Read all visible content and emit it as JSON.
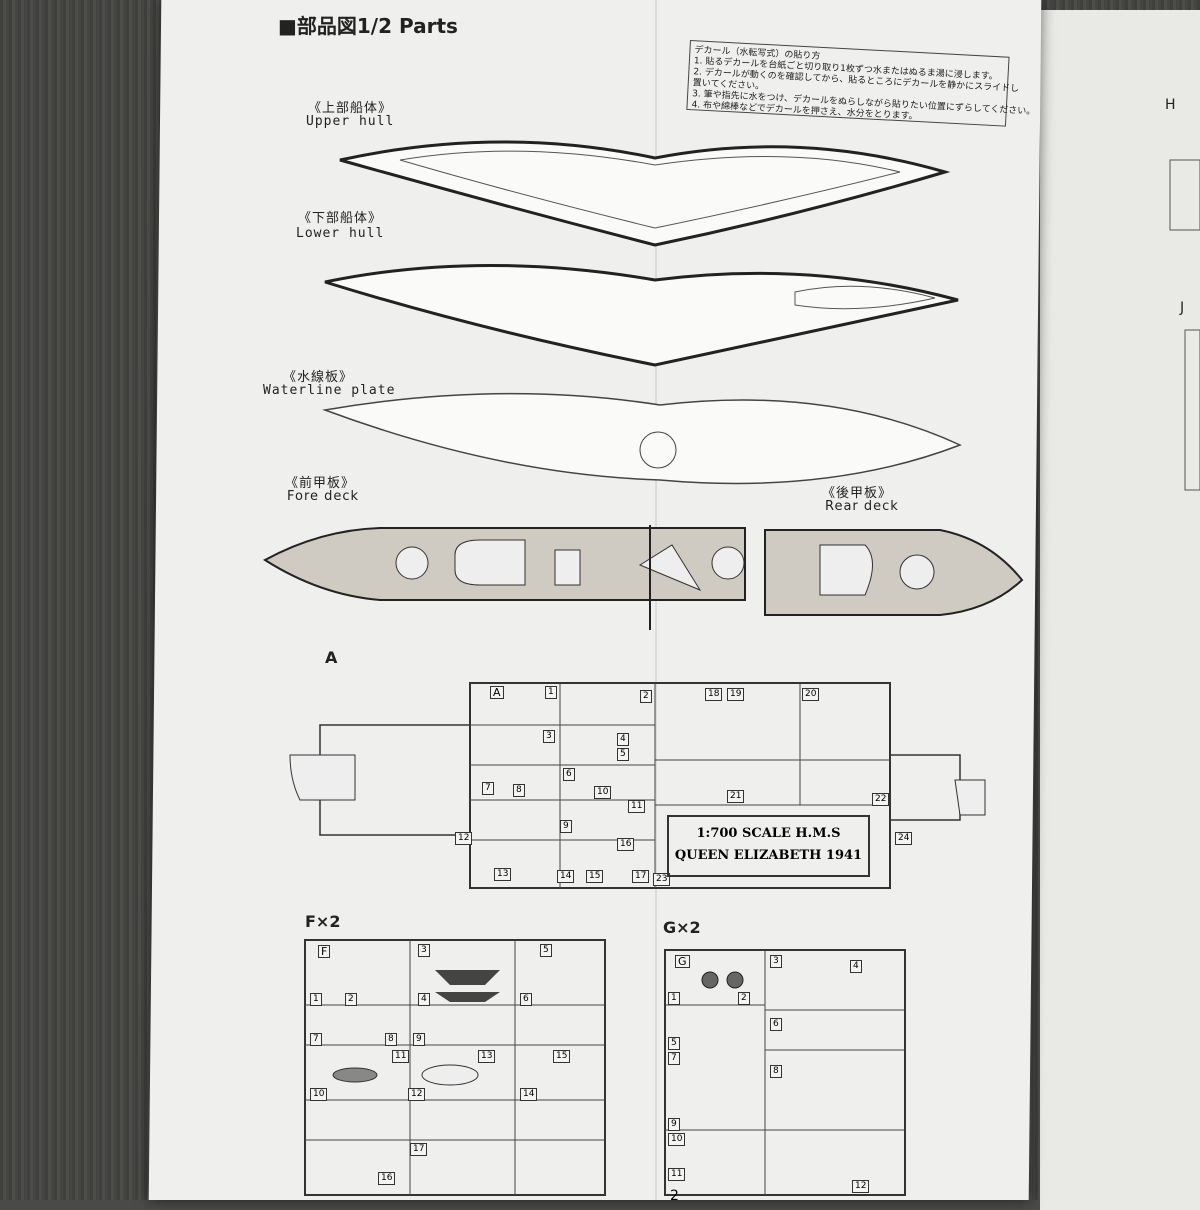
{
  "title": "■部品図1/2  Parts",
  "decal_note": {
    "heading": "デカール（水転写式）の貼り方",
    "lines": [
      "1. 貼るデカールを台紙ごと切り取り1枚ずつ水またはぬるま湯に浸します。",
      "2. デカールが動くのを確認してから、貼るところにデカールを静かにスライドし",
      "置いてください。",
      "3. 筆や指先に水をつけ、デカールをぬらしながら貼りたい位置にずらしてください。",
      "4. 布や綿棒などでデカールを押さえ、水分をとります。"
    ]
  },
  "parts": {
    "upper_hull": {
      "jp": "《上部船体》",
      "en": "Upper hull"
    },
    "lower_hull": {
      "jp": "《下部船体》",
      "en": "Lower hull"
    },
    "waterline": {
      "jp": "《水線板》",
      "en": "Waterline plate"
    },
    "fore_deck": {
      "jp": "《前甲板》",
      "en": "Fore deck"
    },
    "rear_deck": {
      "jp": "《後甲板》",
      "en": "Rear deck"
    }
  },
  "sprues": {
    "a": {
      "label": "A",
      "tag": "A",
      "numbers": [
        "1",
        "2",
        "3",
        "4",
        "5",
        "6",
        "7",
        "8",
        "9",
        "10",
        "11",
        "12",
        "13",
        "14",
        "15",
        "16",
        "17",
        "18",
        "19",
        "20",
        "21",
        "22",
        "23",
        "24"
      ]
    },
    "f": {
      "label": "F×2",
      "tag": "F",
      "numbers": [
        "1",
        "2",
        "3",
        "4",
        "5",
        "6",
        "7",
        "8",
        "9",
        "10",
        "11",
        "12",
        "13",
        "14",
        "15",
        "16",
        "17"
      ]
    },
    "g": {
      "label": "G×2",
      "tag": "G",
      "numbers": [
        "1",
        "2",
        "3",
        "4",
        "5",
        "6",
        "7",
        "8",
        "9",
        "10",
        "11",
        "12"
      ]
    }
  },
  "scale_plate": {
    "line1": "1:700 SCALE H.M.S",
    "line2": "QUEEN ELIZABETH 1941"
  },
  "side_sheet": {
    "h": "H",
    "j": "J"
  },
  "page_number": "2"
}
